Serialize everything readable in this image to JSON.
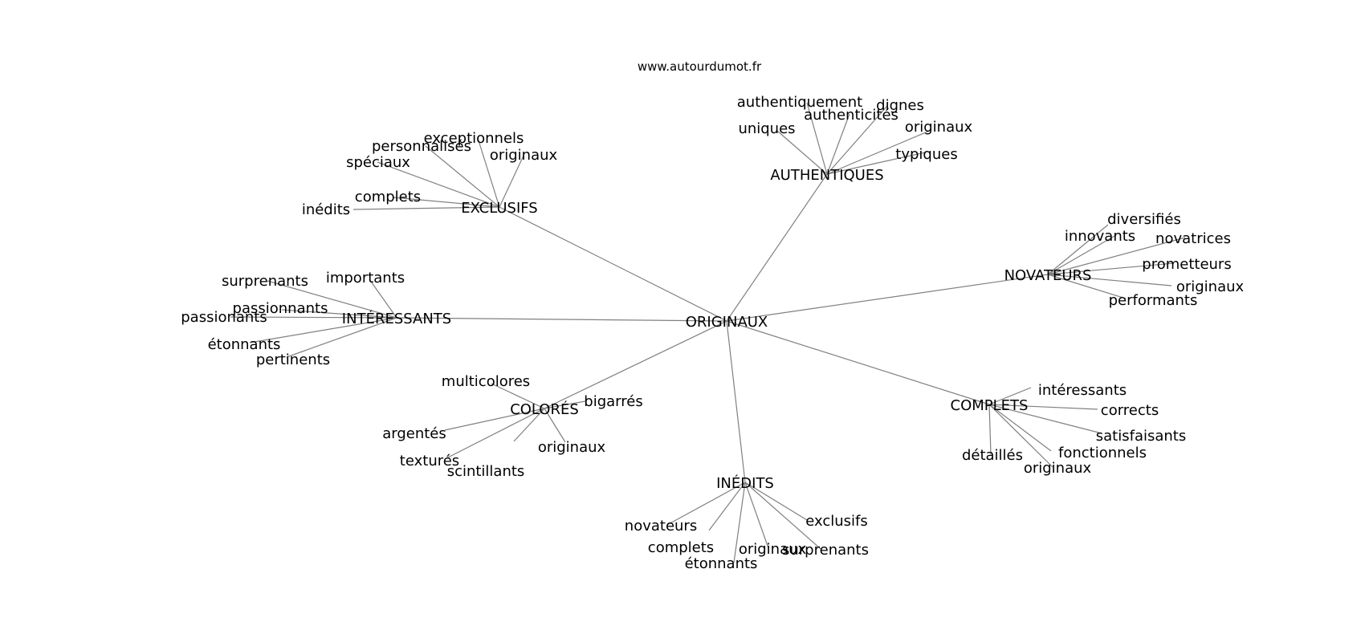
{
  "header": {
    "site": "www.autourdumot.fr"
  },
  "graph": {
    "center": "ORIGINAUX",
    "hubs": [
      {
        "label": "AUTHENTIQUES",
        "leaves": [
          "authentiquement",
          "authenticités",
          "dignes",
          "uniques",
          "originaux",
          "typiques"
        ]
      },
      {
        "label": "EXCLUSIFS",
        "leaves": [
          "exceptionnels",
          "personnalisés",
          "originaux",
          "spéciaux",
          "complets",
          "inédits"
        ]
      },
      {
        "label": "NOVATEURS",
        "leaves": [
          "diversifiés",
          "innovants",
          "novatrices",
          "prometteurs",
          "originaux",
          "performants"
        ]
      },
      {
        "label": "INTÉRESSANTS",
        "leaves": [
          "importants",
          "surprenants",
          "passionnants",
          "passionants",
          "étonnants",
          "pertinents"
        ]
      },
      {
        "label": "COLORÉS",
        "leaves": [
          "multicolores",
          "bigarrés",
          "argentés",
          "texturés",
          "scintillants",
          "originaux"
        ]
      },
      {
        "label": "COMPLETS",
        "leaves": [
          "intéressants",
          "corrects",
          "satisfaisants",
          "fonctionnels",
          "détaillés",
          "originaux"
        ]
      },
      {
        "label": "INÉDITS",
        "leaves": [
          "novateurs",
          "complets",
          "étonnants",
          "originaux",
          "surprenants",
          "exclusifs"
        ]
      }
    ]
  }
}
